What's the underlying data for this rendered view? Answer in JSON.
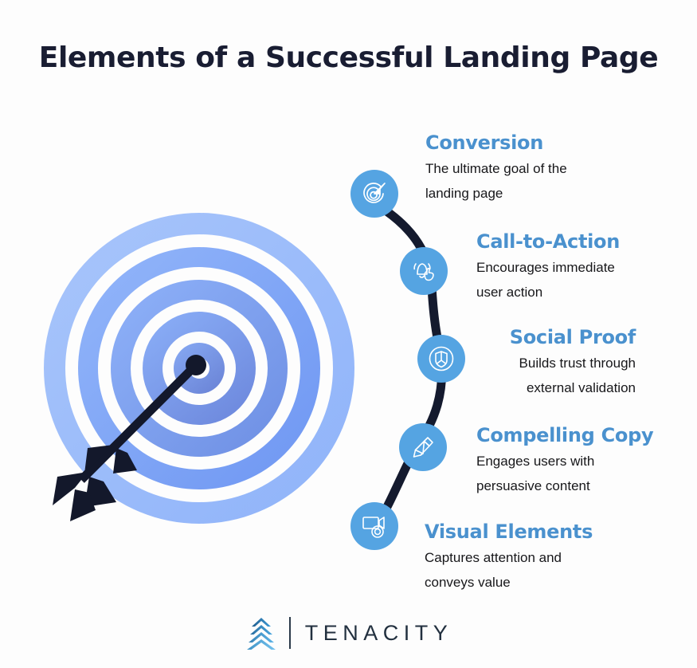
{
  "title": "Elements of a Successful Landing Page",
  "colors": {
    "background": "#fdfdfd",
    "title_text": "#191d32",
    "heading_blue": "#4a91ce",
    "body_text": "#17171a",
    "node_blue": "#55a4e2",
    "path_navy": "#141a2e",
    "target_outer": "#9dbdfa",
    "target_mid": "#79a3f7",
    "target_inner": "#6e8fe0",
    "logo_text": "#22303f",
    "logo_mark": "#2f7fc0"
  },
  "steps": [
    {
      "heading": "Conversion",
      "description_lines": [
        "The ultimate goal of the",
        "landing page"
      ],
      "icon": "target-arrow-icon",
      "align": "left"
    },
    {
      "heading": "Call-to-Action",
      "description_lines": [
        "Encourages immediate",
        "user action"
      ],
      "icon": "bell-tap-icon",
      "align": "left"
    },
    {
      "heading": "Social Proof",
      "description_lines": [
        "Builds trust through",
        "external validation"
      ],
      "icon": "shield-badge-icon",
      "align": "right"
    },
    {
      "heading": "Compelling Copy",
      "description_lines": [
        "Engages users with",
        "persuasive content"
      ],
      "icon": "pen-nib-icon",
      "align": "left"
    },
    {
      "heading": "Visual Elements",
      "description_lines": [
        "Captures attention and",
        "conveys value"
      ],
      "icon": "video-camera-icon",
      "align": "left"
    }
  ],
  "artwork": {
    "name": "bullseye-target-with-arrow",
    "ring_count": 5,
    "arrow": "black-arrow-hitting-center"
  },
  "footer": {
    "brand": "TENACITY",
    "mark": "stacked-chevron-logo-icon"
  }
}
